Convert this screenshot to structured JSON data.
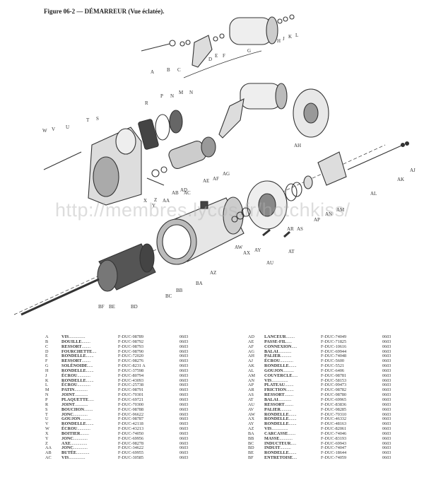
{
  "title": "Figure 06-2 — DÉMARREUR (Vue éclatée).",
  "watermark": "http://membres.lycos.fr/hotchkiss/",
  "diagram_labels": [
    "A",
    "B",
    "C",
    "D",
    "E",
    "F",
    "G",
    "H",
    "J",
    "K",
    "L",
    "M",
    "N",
    "R",
    "P",
    "N",
    "S",
    "T",
    "U",
    "V",
    "W",
    "AH",
    "AD",
    "AE",
    "AF",
    "AG",
    "AB",
    "AC",
    "X",
    "Y",
    "Z",
    "AA",
    "AS",
    "AR",
    "AP",
    "AN",
    "AM",
    "AL",
    "AK",
    "AJ",
    "AW",
    "AX",
    "AY",
    "AU",
    "AT",
    "AZ",
    "BA",
    "BB",
    "BC",
    "BF",
    "BE",
    "BD"
  ],
  "parts_left": [
    {
      "code": "A",
      "name": "VIS",
      "ref": "F-DUC-98789",
      "page": "0603"
    },
    {
      "code": "B",
      "name": "DOUILLE",
      "ref": "F-DUC-98792",
      "page": "0603"
    },
    {
      "code": "C",
      "name": "RESSORT",
      "ref": "F-DUC-98793",
      "page": "0603"
    },
    {
      "code": "D",
      "name": "FOURCHETTE",
      "ref": "F-DUC-98790",
      "page": "0603"
    },
    {
      "code": "E",
      "name": "RONDELLE",
      "ref": "F-DUC-72020",
      "page": "0603"
    },
    {
      "code": "F",
      "name": "RESSORT",
      "ref": "F-DUC-98276",
      "page": "0603"
    },
    {
      "code": "G",
      "name": "SOLÉNOIDE",
      "ref": "F-DUC-8231 A",
      "page": "0603"
    },
    {
      "code": "H",
      "name": "RONDELLE",
      "ref": "F-DUC-37598",
      "page": "0603"
    },
    {
      "code": "J",
      "name": "ÉCROU",
      "ref": "F-DUC-80794",
      "page": "0603"
    },
    {
      "code": "K",
      "name": "RONDELLE",
      "ref": "F-DUC-43093",
      "page": "0603"
    },
    {
      "code": "L",
      "name": "ÉCROU",
      "ref": "F-DUC-25738",
      "page": "0603"
    },
    {
      "code": "M",
      "name": "PATIN",
      "ref": "F-DUC-98791",
      "page": "0603"
    },
    {
      "code": "N",
      "name": "JOINT",
      "ref": "F-DUC-70301",
      "page": "0603"
    },
    {
      "code": "P",
      "name": "PLAQUETTE",
      "ref": "F-DUC-69721",
      "page": "0603"
    },
    {
      "code": "R",
      "name": "JOINT",
      "ref": "F-DUC-70300",
      "page": "0603"
    },
    {
      "code": "S",
      "name": "BOUCHON",
      "ref": "F-DUC-98788",
      "page": "0603"
    },
    {
      "code": "T",
      "name": "JONC",
      "ref": "F-DUC-96622",
      "page": "0603"
    },
    {
      "code": "U",
      "name": "GOUJON",
      "ref": "F-DUC-98787",
      "page": "0603"
    },
    {
      "code": "V",
      "name": "RONDELLE",
      "ref": "F-DUC-42118",
      "page": "0603"
    },
    {
      "code": "W",
      "name": "ÉCROU",
      "ref": "F-DUC-43213",
      "page": "0603"
    },
    {
      "code": "X",
      "name": "BOITIER",
      "ref": "F-DUC-74050",
      "page": "0603"
    },
    {
      "code": "Y",
      "name": "JONC",
      "ref": "F-DUC-69956",
      "page": "0603"
    },
    {
      "code": "Z",
      "name": "AXE",
      "ref": "F-DUC-98278",
      "page": "0603"
    },
    {
      "code": "AA",
      "name": "JONC",
      "ref": "F-DUC-34622",
      "page": "0603"
    },
    {
      "code": "AB",
      "name": "BUTÉE",
      "ref": "F-DUC-69955",
      "page": "0603"
    },
    {
      "code": "AC",
      "name": "VIS",
      "ref": "F-DUC-30585",
      "page": "0603"
    }
  ],
  "parts_right": [
    {
      "code": "AD",
      "name": "LANCEUR",
      "ref": "F-DUC-74049",
      "page": "0603"
    },
    {
      "code": "AE",
      "name": "PASSE-FIL",
      "ref": "F-DUC-71825",
      "page": "0603"
    },
    {
      "code": "AF",
      "name": "CONNEXION",
      "ref": "F-DUC-10616",
      "page": "0603"
    },
    {
      "code": "AG",
      "name": "BALAI",
      "ref": "F-DUC-69944",
      "page": "0603"
    },
    {
      "code": "AH",
      "name": "PALIER",
      "ref": "F-DUC-74048",
      "page": "0603"
    },
    {
      "code": "AJ",
      "name": "ÉCROU",
      "ref": "F-DUC-5600",
      "page": "0603"
    },
    {
      "code": "AK",
      "name": "RONDELLE",
      "ref": "F-DUC-5521",
      "page": "0603"
    },
    {
      "code": "AL",
      "name": "GOUJON",
      "ref": "F-DUC-6406",
      "page": "0603"
    },
    {
      "code": "AM",
      "name": "COUVERCLE",
      "ref": "F-DUC-98781",
      "page": "0603"
    },
    {
      "code": "AN",
      "name": "VIS",
      "ref": "F-DUC-58153",
      "page": "0603"
    },
    {
      "code": "AP",
      "name": "PLATEAU",
      "ref": "F-DUC-99473",
      "page": "0603"
    },
    {
      "code": "AR",
      "name": "FRICTION",
      "ref": "F-DUC-98782",
      "page": "0603"
    },
    {
      "code": "AS",
      "name": "RESSORT",
      "ref": "F-DUC-98780",
      "page": "0603"
    },
    {
      "code": "AT",
      "name": "BALAI",
      "ref": "F-DUC-69965",
      "page": "0603"
    },
    {
      "code": "AU",
      "name": "RESSORT",
      "ref": "F-DUC-83836",
      "page": "0603"
    },
    {
      "code": "AV",
      "name": "PALIER",
      "ref": "F-DUC-98285",
      "page": "0603"
    },
    {
      "code": "AW",
      "name": "RONDELLE",
      "ref": "F-DUC-70310",
      "page": "0603"
    },
    {
      "code": "AX",
      "name": "RONDELLE",
      "ref": "F-DUC-46332",
      "page": "0603"
    },
    {
      "code": "AY",
      "name": "RONDELLE",
      "ref": "F-DUC-48163",
      "page": "0603"
    },
    {
      "code": "AZ",
      "name": "VIS",
      "ref": "F-DUC-82061",
      "page": "0603"
    },
    {
      "code": "BA",
      "name": "CARCASSE",
      "ref": "F-DUC-74046",
      "page": "0603"
    },
    {
      "code": "BB",
      "name": "MASSE",
      "ref": "F-DUC-83193",
      "page": "0603"
    },
    {
      "code": "BC",
      "name": "INDUCTEUR",
      "ref": "F-DUC-69943",
      "page": "0603"
    },
    {
      "code": "BD",
      "name": "INDUIT",
      "ref": "F-DUC-74047",
      "page": "0603"
    },
    {
      "code": "BE",
      "name": "RONDELLE",
      "ref": "F-DUC-18644",
      "page": "0603"
    },
    {
      "code": "BF",
      "name": "ENTRETOISE",
      "ref": "F-DUC-74059",
      "page": "0603"
    }
  ]
}
